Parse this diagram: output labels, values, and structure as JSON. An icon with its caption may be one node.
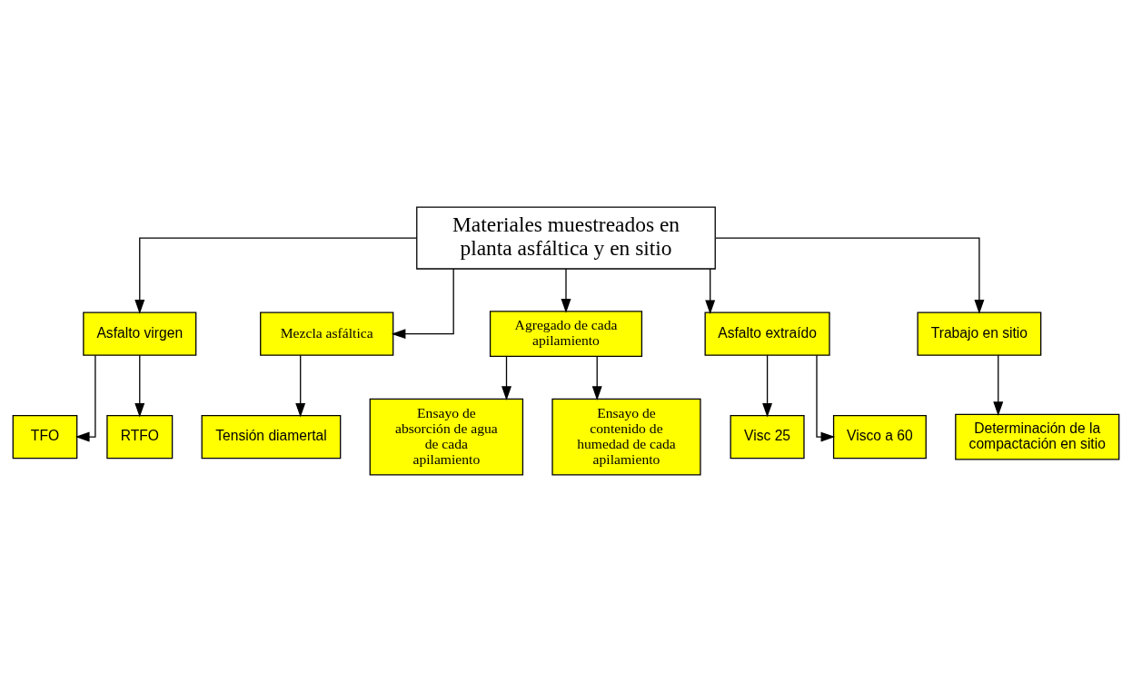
{
  "diagram": {
    "nodes": [
      {
        "text": [
          "Materiales muestreados en planta asfáltica y en sitio"
        ]
      },
      {
        "text": [
          "Asfalto virgen"
        ]
      },
      {
        "text": [
          "Mezcla asfáltica"
        ]
      },
      {
        "text": [
          "Agregado de cada apilamiento"
        ]
      },
      {
        "text": [
          "TFO"
        ]
      },
      {
        "text": [
          "RTFO"
        ]
      },
      {
        "text": [
          "Tensión diamertal"
        ]
      },
      {
        "text": [
          "Ensayo de absorción de agua de cada apilamiento"
        ]
      },
      {
        "text": [
          "Ensayo de contenido de humedad de cada apilamiento"
        ]
      },
      {
        "text": [
          "Asfalto extraído"
        ]
      },
      {
        "text": [
          "Trabajo en sitio"
        ]
      },
      {
        "text": [
          "Visc 25"
        ]
      },
      {
        "text": [
          "Visco a 60"
        ]
      },
      {
        "text": [
          "Determinación de la compactación en sitio"
        ]
      }
    ],
    "edges": [
      {
        "from": 0,
        "to": 1,
        "arrow": "to"
      },
      {
        "from": 0,
        "to": 9,
        "arrow": "to"
      },
      {
        "from": 0,
        "to": 2,
        "arrow": "to"
      },
      {
        "from": 0,
        "to": 10,
        "arrow": "to"
      },
      {
        "from": 0,
        "to": 3,
        "arrow": "to"
      },
      {
        "from": 1,
        "to": 4,
        "arrow": "to"
      },
      {
        "from": 1,
        "to": 5,
        "arrow": "to"
      },
      {
        "from": 2,
        "to": 6,
        "arrow": "to"
      },
      {
        "from": 3,
        "to": 7,
        "arrow": "to"
      },
      {
        "from": 3,
        "to": 8,
        "arrow": "to"
      },
      {
        "from": 9,
        "to": 11,
        "arrow": "to"
      },
      {
        "from": 9,
        "to": 12,
        "arrow": "to"
      },
      {
        "from": 10,
        "to": 13,
        "arrow": "to"
      }
    ]
  }
}
